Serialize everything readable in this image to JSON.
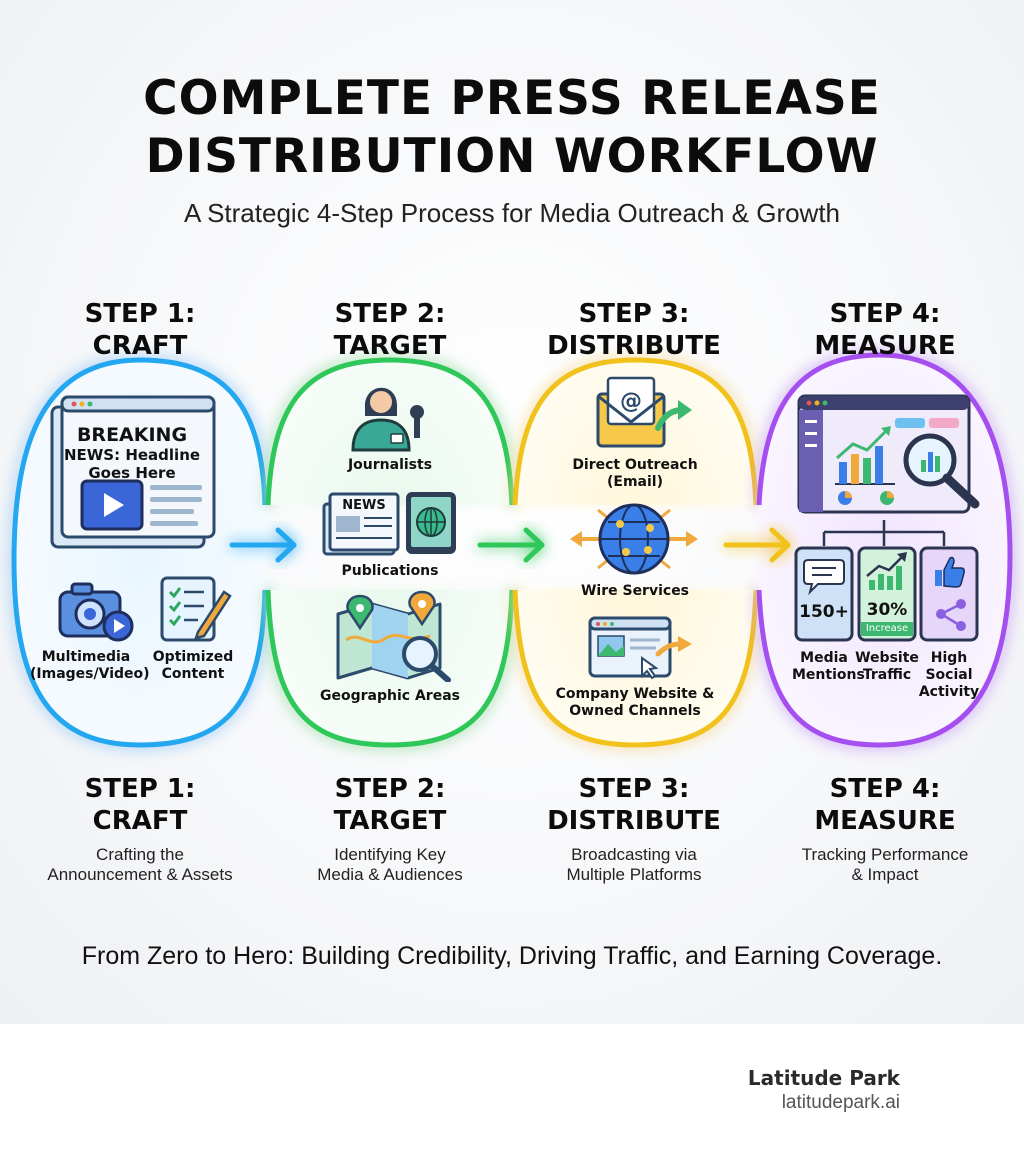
{
  "header": {
    "title_line1": "COMPLETE PRESS RELEASE",
    "title_line2": "DISTRIBUTION WORKFLOW",
    "subtitle": "A Strategic 4-Step Process for Media Outreach & Growth"
  },
  "colors": {
    "craft": "#22a7f0",
    "target": "#2ec85a",
    "distribute": "#f2c21a",
    "measure": "#a64ff0"
  },
  "steps": [
    {
      "head1": "STEP 1:",
      "head2": "CRAFT",
      "desc1": "Crafting the",
      "desc2": "Announcement & Assets",
      "items": {
        "breaking1": "BREAKING",
        "breaking2": "NEWS: Headline",
        "breaking3": "Goes Here",
        "multimedia1": "Multimedia",
        "multimedia2": "(Images/Video)",
        "optimized1": "Optimized",
        "optimized2": "Content"
      }
    },
    {
      "head1": "STEP 2:",
      "head2": "TARGET",
      "desc1": "Identifying Key",
      "desc2": "Media & Audiences",
      "items": {
        "journalists": "Journalists",
        "news": "NEWS",
        "publications": "Publications",
        "geographic": "Geographic Areas"
      }
    },
    {
      "head1": "STEP 3:",
      "head2": "DISTRIBUTE",
      "desc1": "Broadcasting via",
      "desc2": "Multiple Platforms",
      "items": {
        "direct1": "Direct Outreach",
        "direct2": "(Email)",
        "wire": "Wire Services",
        "website1": "Company Website &",
        "website2": "Owned Channels"
      }
    },
    {
      "head1": "STEP 4:",
      "head2": "MEASURE",
      "desc1": "Tracking Performance",
      "desc2": "& Impact",
      "items": {
        "mentions_value": "150+",
        "traffic_value": "30%",
        "traffic_note": "Increase",
        "media1": "Media",
        "media2": "Mentions",
        "website1": "Website",
        "website2": "Traffic",
        "social1": "High",
        "social2": "Social",
        "social3": "Activity"
      }
    }
  ],
  "tagline": "From Zero to Hero: Building Credibility, Driving Traffic, and Earning Coverage.",
  "brand": {
    "name": "Latitude Park",
    "url": "latitudepark.ai"
  }
}
